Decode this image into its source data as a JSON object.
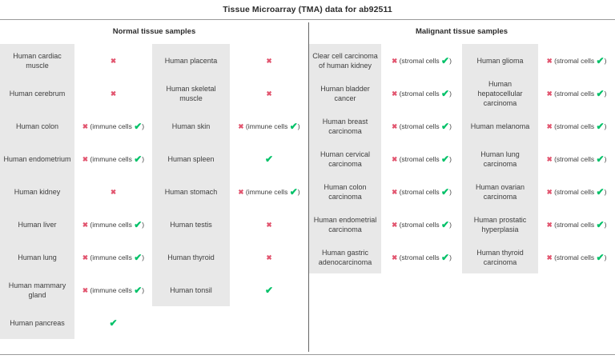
{
  "title": "Tissue Microarray (TMA) data for ab92511",
  "colors": {
    "negative_mark": "#e2556f",
    "positive_mark": "#00c168",
    "label_band": "#e8e8e8",
    "rule": "#9a9a9a",
    "divider": "#666666",
    "text": "#3d3d3d"
  },
  "marks": {
    "negative_glyph": "✖",
    "positive_glyph": "✔"
  },
  "sections": [
    {
      "id": "normal",
      "header": "Normal tissue samples"
    },
    {
      "id": "malignant",
      "header": "Malignant tissue samples"
    }
  ],
  "columns": [
    {
      "id": "normal-col-1",
      "section": "normal",
      "rows": [
        {
          "label": "Human cardiac muscle",
          "result_type": "negative",
          "note": ""
        },
        {
          "label": "Human cerebrum",
          "result_type": "negative",
          "note": ""
        },
        {
          "label": "Human colon",
          "result_type": "negative-with-note",
          "note": "immune cells"
        },
        {
          "label": "Human endometrium",
          "result_type": "negative-with-note",
          "note": "immune cells"
        },
        {
          "label": "Human kidney",
          "result_type": "negative",
          "note": ""
        },
        {
          "label": "Human liver",
          "result_type": "negative-with-note",
          "note": "immune cells"
        },
        {
          "label": "Human lung",
          "result_type": "negative-with-note",
          "note": "immune cells"
        },
        {
          "label": "Human mammary gland",
          "result_type": "negative-with-note",
          "note": "immune cells"
        },
        {
          "label": "Human pancreas",
          "result_type": "positive",
          "note": ""
        }
      ]
    },
    {
      "id": "normal-col-2",
      "section": "normal",
      "rows": [
        {
          "label": "Human placenta",
          "result_type": "negative",
          "note": ""
        },
        {
          "label": "Human skeletal muscle",
          "result_type": "negative",
          "note": ""
        },
        {
          "label": "Human skin",
          "result_type": "negative-with-note",
          "note": "immune cells"
        },
        {
          "label": "Human spleen",
          "result_type": "positive",
          "note": ""
        },
        {
          "label": "Human stomach",
          "result_type": "negative-with-note",
          "note": "immune cells"
        },
        {
          "label": "Human testis",
          "result_type": "negative",
          "note": ""
        },
        {
          "label": "Human thyroid",
          "result_type": "negative",
          "note": ""
        },
        {
          "label": "Human tonsil",
          "result_type": "positive",
          "note": ""
        }
      ]
    },
    {
      "id": "malignant-col-1",
      "section": "malignant",
      "rows": [
        {
          "label": "Clear cell carcinoma of human kidney",
          "result_type": "negative-with-note",
          "note": "stromal cells"
        },
        {
          "label": "Human bladder cancer",
          "result_type": "negative-with-note",
          "note": "stromal cells"
        },
        {
          "label": "Human breast carcinoma",
          "result_type": "negative-with-note",
          "note": "stromal cells"
        },
        {
          "label": "Human cervical carcinoma",
          "result_type": "negative-with-note",
          "note": "stromal cells"
        },
        {
          "label": "Human colon carcinoma",
          "result_type": "negative-with-note",
          "note": "stromal cells"
        },
        {
          "label": "Human endometrial carcinoma",
          "result_type": "negative-with-note",
          "note": "stromal cells"
        },
        {
          "label": "Human gastric adenocarcinoma",
          "result_type": "negative-with-note",
          "note": "stromal cells"
        }
      ]
    },
    {
      "id": "malignant-col-2",
      "section": "malignant",
      "rows": [
        {
          "label": "Human glioma",
          "result_type": "negative-with-note",
          "note": "stromal cells"
        },
        {
          "label": "Human hepatocellular carcinoma",
          "result_type": "negative-with-note",
          "note": "stromal cells"
        },
        {
          "label": "Human melanoma",
          "result_type": "negative-with-note",
          "note": "stromal cells"
        },
        {
          "label": "Human lung carcinoma",
          "result_type": "negative-with-note",
          "note": "stromal cells"
        },
        {
          "label": "Human ovarian carcinoma",
          "result_type": "negative-with-note",
          "note": "stromal cells"
        },
        {
          "label": "Human prostatic hyperplasia",
          "result_type": "negative-with-note",
          "note": "stromal cells"
        },
        {
          "label": "Human thyroid carcinoma",
          "result_type": "negative-with-note",
          "note": "stromal cells"
        }
      ]
    }
  ]
}
